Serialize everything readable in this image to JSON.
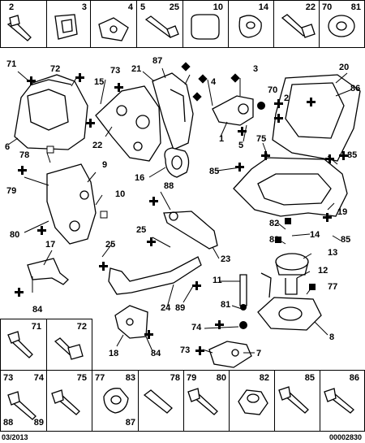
{
  "top_cells": [
    {
      "num": "2"
    },
    {
      "num": "3"
    },
    {
      "num": "4"
    },
    {
      "num": "5"
    },
    {
      "num": "25"
    },
    {
      "num": "10"
    },
    {
      "num": "14"
    },
    {
      "num": "22"
    },
    {
      "num": "70"
    },
    {
      "num": "81"
    }
  ],
  "bottom_cells": [
    {
      "tl": "71",
      "tr": ""
    },
    {
      "tl": "",
      "tr": "72"
    },
    {
      "tl": "73",
      "tr": "74",
      "bl": "88",
      "br": "89"
    },
    {
      "tl": "",
      "tr": "75"
    },
    {
      "tl": "77",
      "tr": "83",
      "br": "87"
    },
    {
      "tl": "",
      "tr": "78"
    },
    {
      "tl": "79",
      "tr": "80"
    },
    {
      "tl": "",
      "tr": "82"
    },
    {
      "tl": "",
      "tr": "85"
    },
    {
      "tl": "",
      "tr": "86"
    }
  ],
  "callouts": [
    "71",
    "72",
    "73",
    "87",
    "21",
    "15",
    "4",
    "3",
    "70",
    "2",
    "6",
    "78",
    "22",
    "1",
    "5",
    "20",
    "86",
    "75",
    "85",
    "85",
    "9",
    "79",
    "16",
    "88",
    "10",
    "80",
    "17",
    "25",
    "25",
    "82",
    "83",
    "14",
    "13",
    "12",
    "19",
    "85",
    "77",
    "11",
    "81",
    "74",
    "73",
    "7",
    "8",
    "23",
    "24",
    "84",
    "18",
    "89",
    "84"
  ],
  "footer": {
    "date": "03/2013",
    "code": "00002830"
  }
}
